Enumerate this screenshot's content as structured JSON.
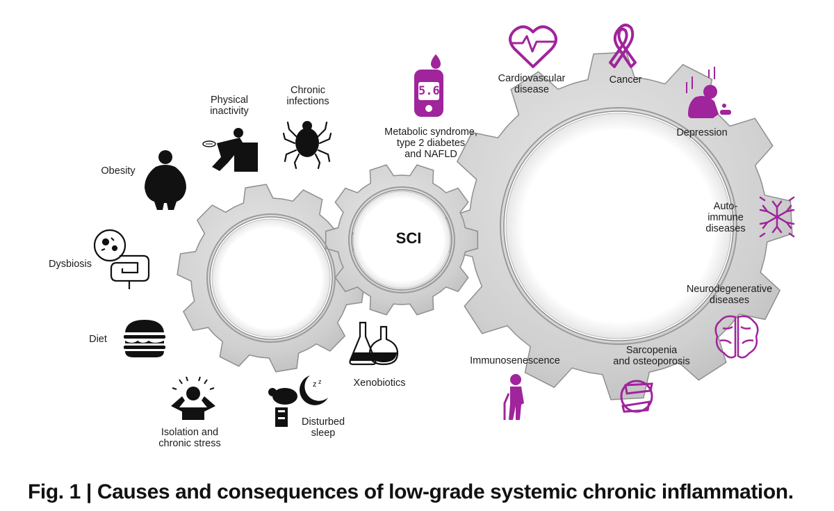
{
  "center_label": "SCI",
  "caption": {
    "figure": "Fig. 1",
    "separator": "|",
    "text": "Causes and consequences of low-grade systemic chronic inflammation."
  },
  "meter_reading": "5.6",
  "causes": {
    "physical_inactivity": "Physical\ninactivity",
    "chronic_infections": "Chronic\ninfections",
    "obesity": "Obesity",
    "dysbiosis": "Dysbiosis",
    "diet": "Diet",
    "isolation_stress": "Isolation and\nchronic stress",
    "disturbed_sleep": "Disturbed\nsleep",
    "xenobiotics": "Xenobiotics"
  },
  "consequences": {
    "metabolic": "Metabolic syndrome,\ntype 2 diabetes\nand NAFLD",
    "cardiovascular": "Cardiovascular\ndisease",
    "cancer": "Cancer",
    "depression": "Depression",
    "autoimmune": "Auto-\nimmune\ndiseases",
    "neurodegenerative": "Neurodegenerative\ndiseases",
    "sarcopenia": "Sarcopenia\nand osteoporosis",
    "immunosenescence": "Immunosenescence"
  },
  "colors": {
    "consequence_icon": "#a0249b",
    "cause_icon": "#111111",
    "gear_fill": "#d3d3d3",
    "gear_stroke": "#8e8e8e",
    "gear_inner": "#ffffff"
  },
  "icons": {
    "physical_inactivity": "person-on-couch-icon",
    "chronic_infections": "tick-icon",
    "obesity": "obese-person-icon",
    "dysbiosis": "gut-bacteria-icon",
    "diet": "burger-icon",
    "isolation_stress": "stressed-person-icon",
    "disturbed_sleep": "sheep-moon-icon",
    "xenobiotics": "flasks-icon",
    "metabolic": "glucose-meter-icon",
    "cardiovascular": "heartbeat-icon",
    "cancer": "ribbon-icon",
    "depression": "depressed-person-icon",
    "autoimmune": "antibodies-icon",
    "neurodegenerative": "brain-icon",
    "sarcopenia": "joint-icon",
    "immunosenescence": "elderly-person-icon"
  }
}
